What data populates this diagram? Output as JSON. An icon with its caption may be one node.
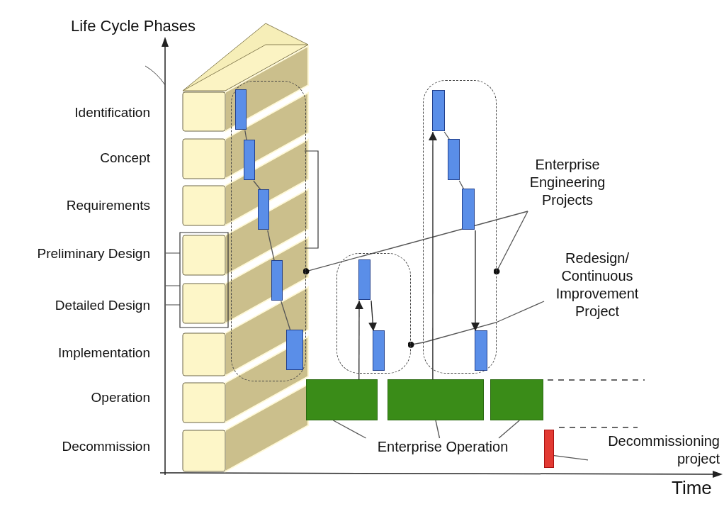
{
  "diagram": {
    "nodes": [
      {
        "text": [
          "Enterprise Engineering Projects"
        ]
      },
      {
        "text": [
          "Redesign/ Continuous Improvement Project"
        ]
      },
      {
        "text": [
          "Enterprise Operation"
        ]
      },
      {
        "text": [
          "Decommissioning project"
        ]
      },
      {
        "text": [],
        "shape": "box"
      },
      {
        "text": [],
        "shape": "bar",
        "in": 4
      },
      {
        "text": [],
        "shape": "bar",
        "in": 4
      },
      {
        "text": [],
        "shape": "bar",
        "in": 4
      },
      {
        "text": [],
        "shape": "bar",
        "in": 4
      },
      {
        "text": [],
        "shape": "bar",
        "in": 4
      },
      {
        "text": [],
        "shape": "box"
      },
      {
        "text": [],
        "shape": "bar",
        "in": 10
      },
      {
        "text": [],
        "shape": "bar",
        "in": 10
      },
      {
        "text": [],
        "shape": "box"
      },
      {
        "text": [],
        "shape": "bar",
        "in": 13
      },
      {
        "text": [],
        "shape": "bar",
        "in": 13
      },
      {
        "text": [],
        "shape": "bar",
        "in": 13
      },
      {
        "text": [],
        "shape": "bar",
        "in": 13
      },
      {
        "text": [],
        "shape": "bar"
      },
      {
        "text": [],
        "shape": "bar"
      },
      {
        "text": [],
        "shape": "bar"
      },
      {
        "text": [],
        "shape": "bar"
      }
    ],
    "edges": [
      {
        "from": 0,
        "to": 4,
        "arrow": "other"
      },
      {
        "from": 0,
        "to": 13,
        "arrow": "other"
      },
      {
        "from": 1,
        "to": 10,
        "arrow": "other"
      },
      {
        "from": 2,
        "to": 18,
        "arrow": "none"
      },
      {
        "from": 2,
        "to": 19,
        "arrow": "none"
      },
      {
        "from": 2,
        "to": 20,
        "arrow": "none"
      },
      {
        "from": 3,
        "to": 21,
        "arrow": "none"
      },
      {
        "from": 5,
        "to": 6,
        "arrow": "none"
      },
      {
        "from": 6,
        "to": 7,
        "arrow": "none"
      },
      {
        "from": 7,
        "to": 8,
        "arrow": "none"
      },
      {
        "from": 8,
        "to": 9,
        "arrow": "none"
      },
      {
        "from": 18,
        "to": 11,
        "arrow": "to"
      },
      {
        "from": 11,
        "to": 12,
        "arrow": "to"
      },
      {
        "from": 19,
        "to": 14,
        "arrow": "to"
      },
      {
        "from": 14,
        "to": 15,
        "arrow": "none"
      },
      {
        "from": 15,
        "to": 16,
        "arrow": "none"
      },
      {
        "from": 16,
        "to": 17,
        "arrow": "to"
      }
    ],
    "labels": [
      "Life Cycle Phases",
      "Identification",
      "Concept",
      "Requirements",
      "Preliminary Design",
      "Detailed Design",
      "Implementation",
      "Operation",
      "Decommission",
      "Time"
    ]
  }
}
